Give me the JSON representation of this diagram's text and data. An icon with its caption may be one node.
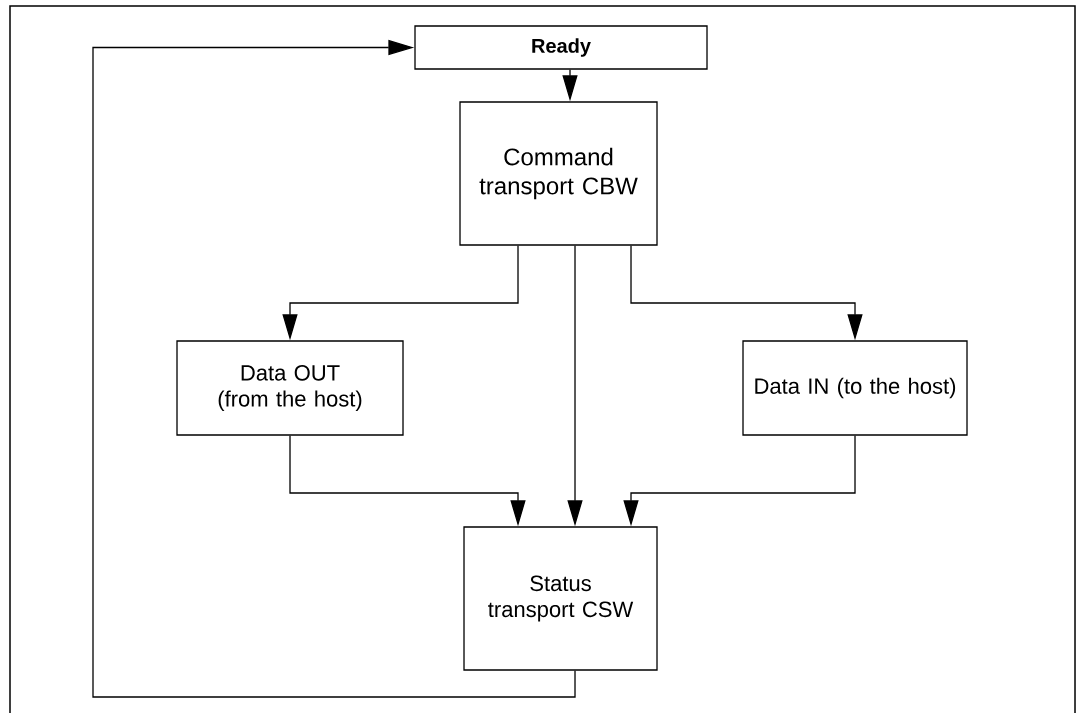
{
  "diagram": {
    "nodes": [
      {
        "text": [
          "Ready"
        ]
      },
      {
        "text": [
          "Command transport CBW"
        ]
      },
      {
        "text": [
          "Data OUT (from the host)"
        ]
      },
      {
        "text": [
          "Data IN (to the host)"
        ]
      },
      {
        "text": [
          "Status transport CSW"
        ]
      }
    ],
    "edges": [
      {
        "from": 0,
        "to": 1,
        "arrow": "to"
      },
      {
        "from": 1,
        "to": 2,
        "arrow": "to"
      },
      {
        "from": 1,
        "to": 4,
        "arrow": "to"
      },
      {
        "from": 1,
        "to": 3,
        "arrow": "to"
      },
      {
        "from": 2,
        "to": 4,
        "arrow": "to"
      },
      {
        "from": 3,
        "to": 4,
        "arrow": "to"
      },
      {
        "from": 4,
        "to": 0,
        "arrow": "to"
      }
    ]
  }
}
